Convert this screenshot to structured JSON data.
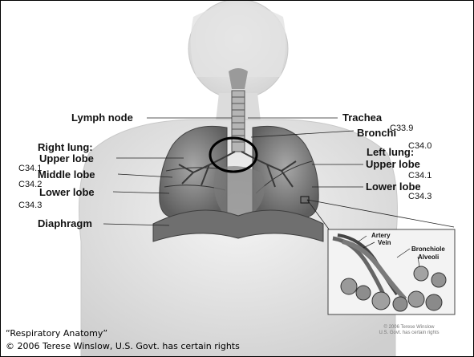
{
  "labels": {
    "lymph_node": "Lymph node",
    "trachea": "Trachea",
    "bronchi": "Bronchi",
    "right_lung": "Right lung:",
    "right_upper_lobe": "Upper lobe",
    "middle_lobe": "Middle lobe",
    "right_lower_lobe": "Lower lobe",
    "diaphragm": "Diaphragm",
    "left_lung": "Left lung:",
    "left_upper_lobe": "Upper lobe",
    "left_lower_lobe": "Lower lobe"
  },
  "codes": {
    "c33_9": "C33.9",
    "c34_0": "C34.0",
    "c34_1_right": "C34.1",
    "c34_2": "C34.2",
    "c34_3_right": "C34.3",
    "c34_1_left": "C34.1",
    "c34_3_left": "C34.3"
  },
  "inset": {
    "artery": "Artery",
    "vein": "Vein",
    "bronchiole": "Bronchiole",
    "alveoli": "Alveoli",
    "credit_line1": "© 2006 Terese Winslow",
    "credit_line2": "U.S. Govt. has certain rights"
  },
  "caption": {
    "title": "“Respiratory Anatomy”",
    "credit": "© 2006 Terese Winslow, U.S. Govt. has certain rights"
  },
  "colors": {
    "highlight_circle": "#000000",
    "figure_grey": "#bdbdbd",
    "lung_grey": "#8a8a8a"
  }
}
